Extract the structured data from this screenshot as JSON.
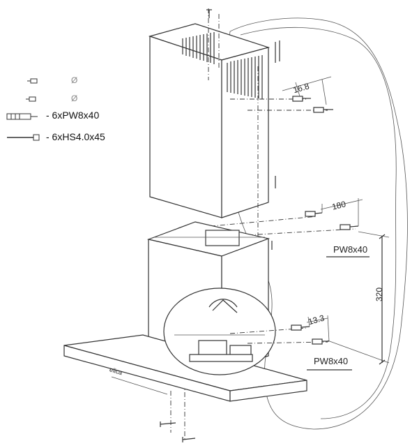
{
  "legend": {
    "items": [
      {
        "icon": "screw-small-icon",
        "text": "Ø"
      },
      {
        "icon": "screw-small-icon",
        "text": "Ø"
      },
      {
        "icon": "wall-plug-icon",
        "text": "- 6xPW8x40"
      },
      {
        "icon": "long-screw-icon",
        "text": "- 6xHS4.0x45"
      }
    ]
  },
  "dimensions": {
    "upper_bracket_spacing": "16.8",
    "middle_spacing": "180",
    "vertical_spacing": "320",
    "lower_bracket_spacing": "13.3"
  },
  "labels": {
    "plug_upper": "PW8x40",
    "plug_lower": "PW8x40",
    "brand": "elica"
  },
  "colors": {
    "line": "#333333",
    "background": "#ffffff"
  }
}
